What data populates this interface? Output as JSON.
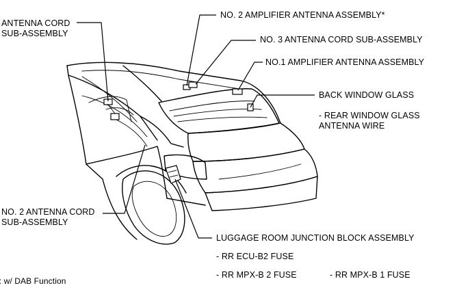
{
  "labels": {
    "antenna_cord_sub_assembly": [
      "ANTENNA CORD",
      "SUB-ASSEMBLY"
    ],
    "no2_amplifier_antenna_assembly": "NO. 2 AMPLIFIER ANTENNA ASSEMBLY*",
    "no3_antenna_cord_sub_assembly": "NO. 3 ANTENNA CORD SUB-ASSEMBLY",
    "no1_amplifier_antenna_assembly": "NO.1 AMPLIFIER ANTENNA ASSEMBLY",
    "back_window_glass": "BACK WINDOW GLASS",
    "rear_window_glass_antenna_wire": [
      "- REAR WINDOW GLASS",
      "ANTENNA WIRE"
    ],
    "no2_antenna_cord_sub_assembly": [
      "NO. 2 ANTENNA CORD",
      "SUB-ASSEMBLY"
    ],
    "luggage_room_junction_block_assembly": "LUGGAGE ROOM JUNCTION BLOCK ASSEMBLY",
    "rr_ecu_b2_fuse": "- RR ECU-B2 FUSE",
    "rr_mpx_b2_fuse": "- RR MPX-B 2 FUSE",
    "rr_mpx_b1_fuse": "- RR MPX-B 1 FUSE",
    "footnote": "*: w/ DAB Function"
  }
}
